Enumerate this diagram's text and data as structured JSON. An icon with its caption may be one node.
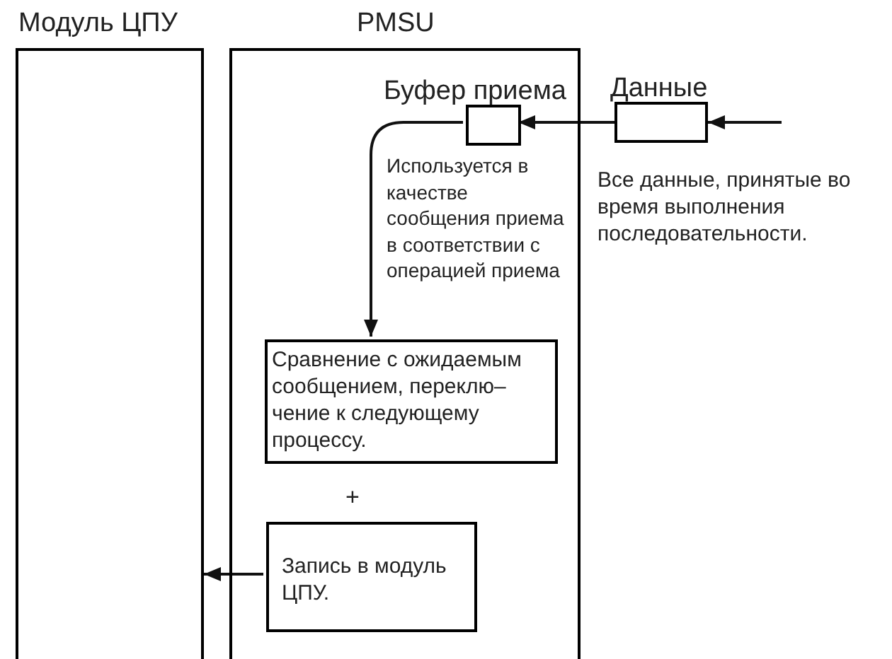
{
  "diagram": {
    "nodes": [
      {
        "text": [
          "Модуль ЦПУ"
        ]
      },
      {
        "text": [
          "PMSU"
        ]
      },
      {
        "text": [
          "Буфер приема"
        ],
        "in": 1
      },
      {
        "text": [
          "Данные"
        ]
      },
      {
        "text": [
          "Сравнение с ожидаемым сообщением, переклю–чение к следующему процессу."
        ],
        "in": 1
      },
      {
        "text": [
          "Запись в модуль ЦПУ."
        ],
        "in": 1
      }
    ],
    "edges": [
      {
        "from": null,
        "to": 3,
        "arrow": "to"
      },
      {
        "from": 3,
        "to": 2,
        "arrow": "to"
      },
      {
        "from": 2,
        "to": 4,
        "arrow": "to",
        "label": "Используется в качестве сообщения приема в соответствии с операцией приема"
      },
      {
        "from": 5,
        "to": 0,
        "arrow": "to"
      }
    ],
    "labels": [
      "Все данные, принятые во время выполнения последовательности.",
      "+"
    ]
  }
}
